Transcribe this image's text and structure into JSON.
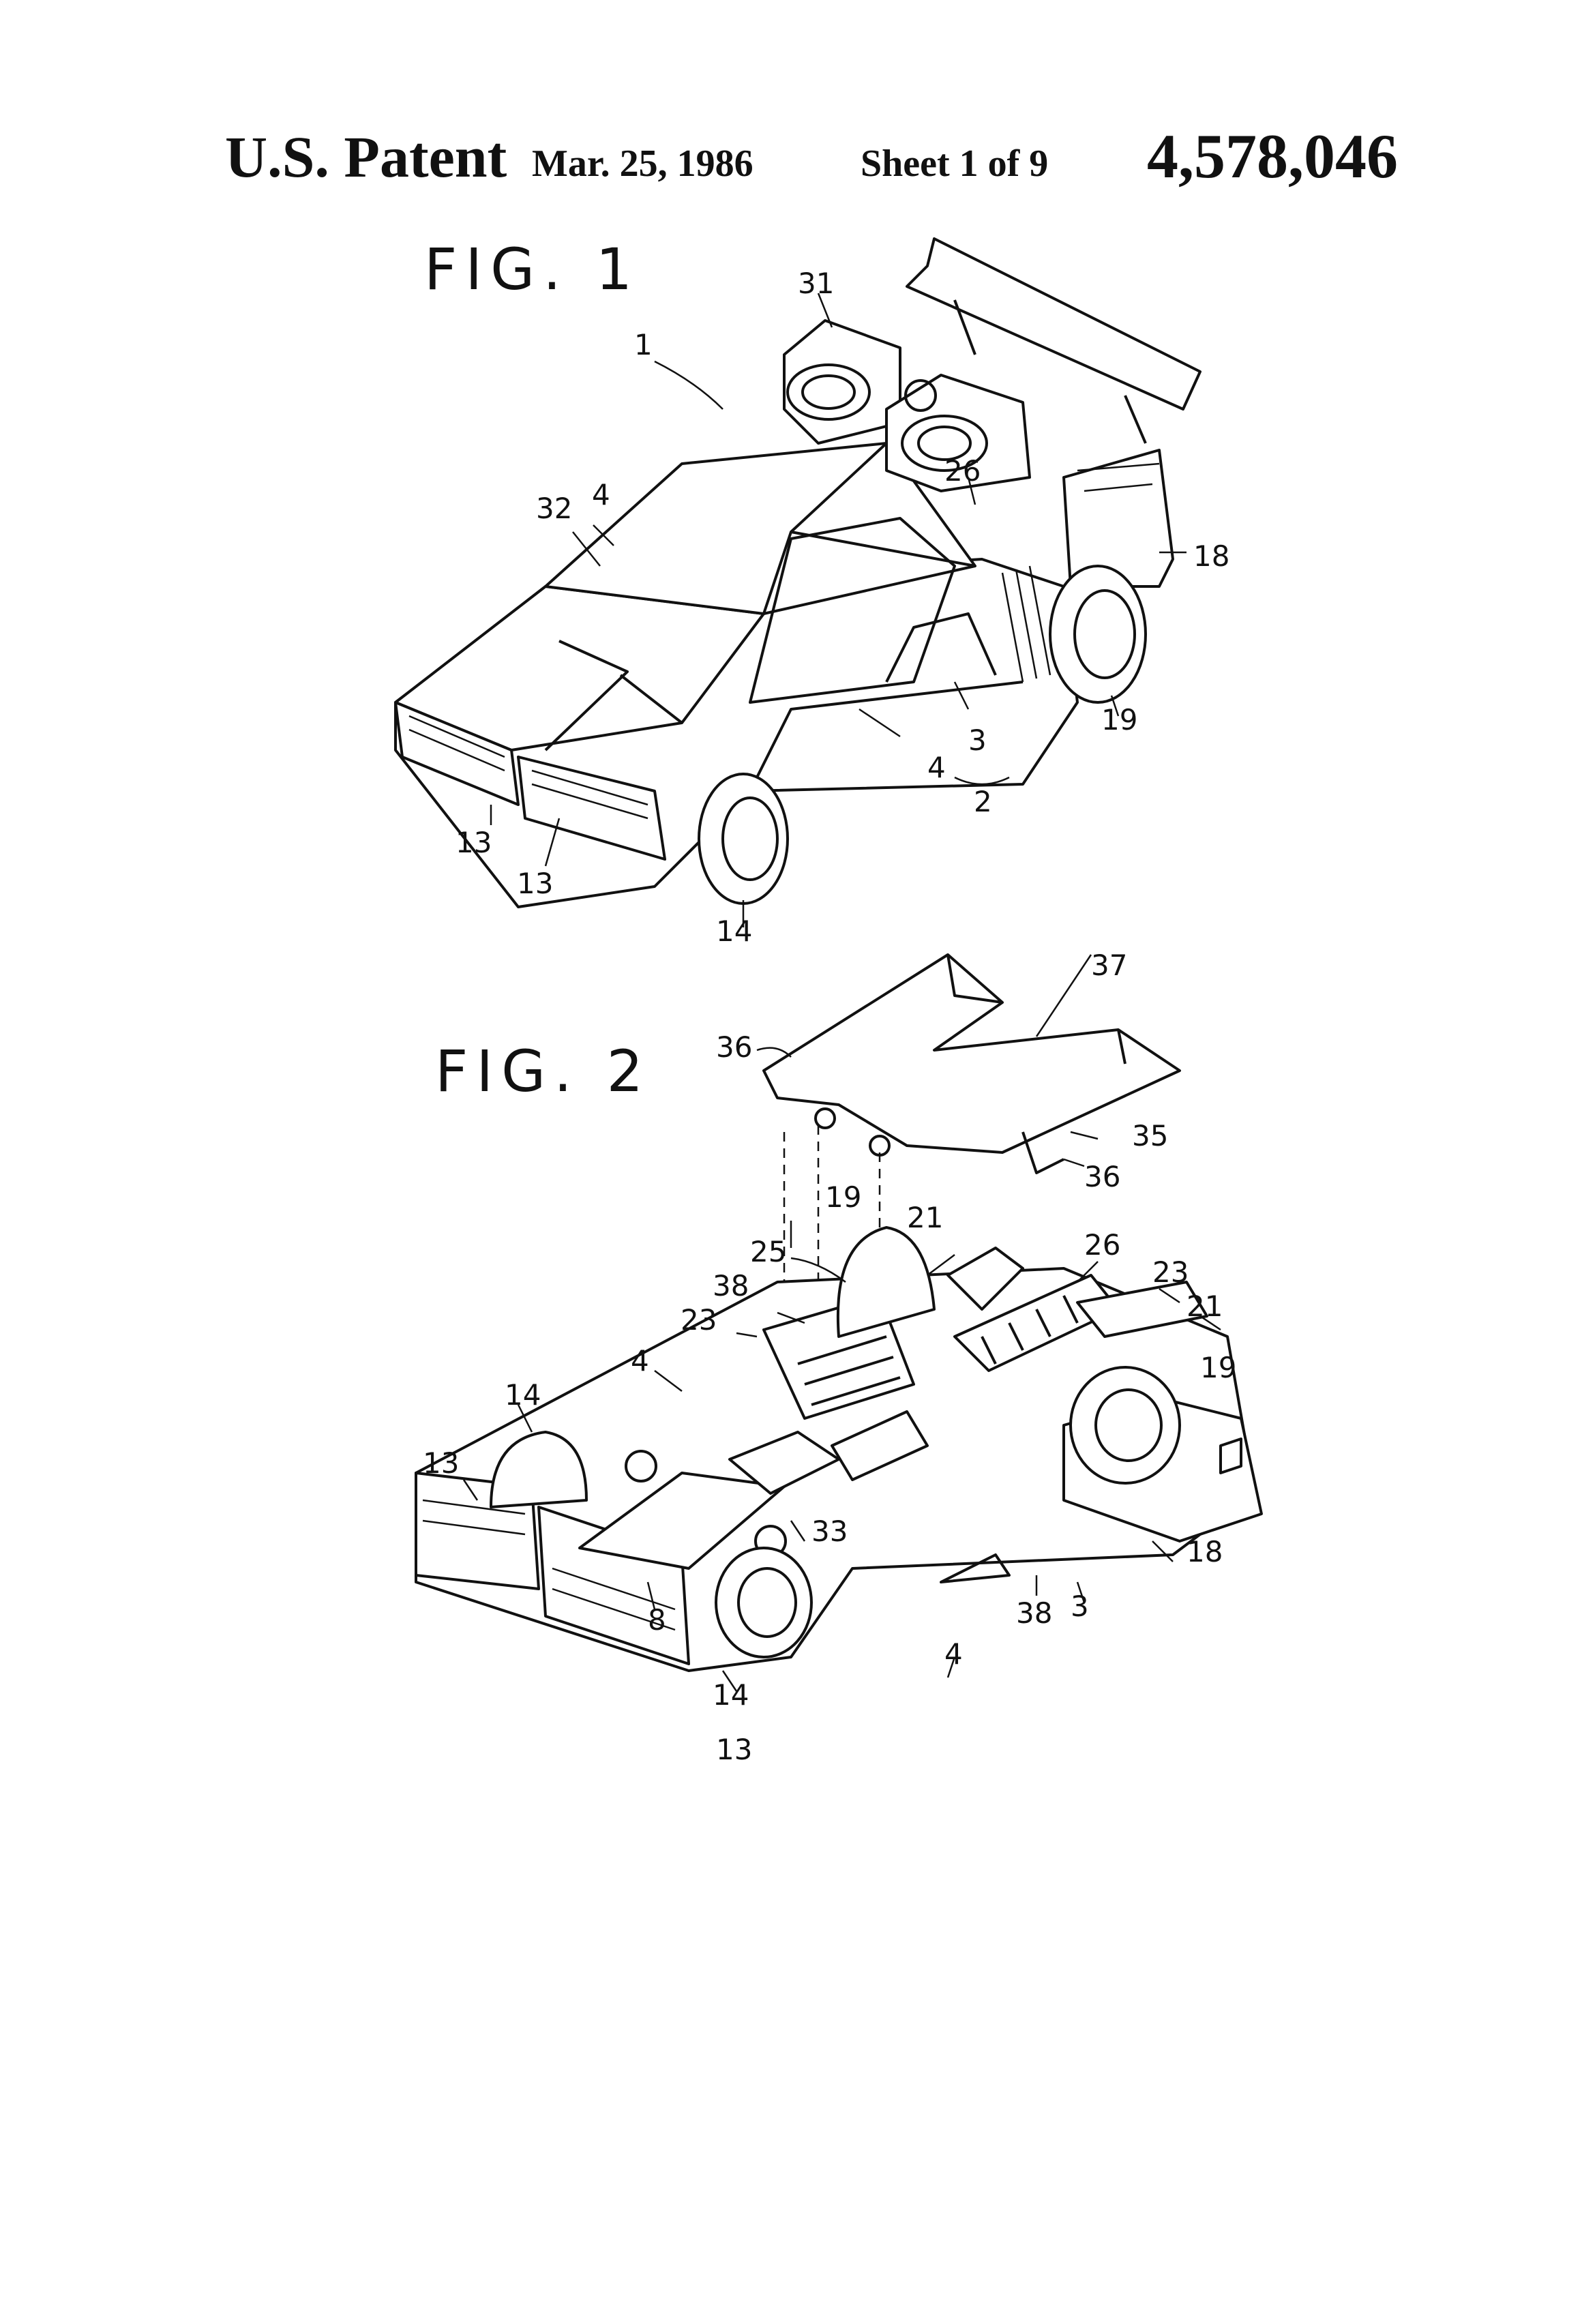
{
  "header": {
    "label": "U.S. Patent",
    "date": "Mar. 25, 1986",
    "sheet": "Sheet 1 of 9",
    "number": "4,578,046"
  },
  "figures": [
    {
      "label": "FIG. 1",
      "refs": [
        "1",
        "31",
        "26",
        "4",
        "32",
        "18",
        "3",
        "19",
        "4",
        "2",
        "13",
        "13",
        "14"
      ]
    },
    {
      "label": "FIG. 2",
      "refs": [
        "37",
        "36",
        "35",
        "36",
        "19",
        "21",
        "25",
        "26",
        "23",
        "38",
        "23",
        "21",
        "4",
        "19",
        "14",
        "13",
        "33",
        "8",
        "38",
        "3",
        "18",
        "4",
        "14",
        "13"
      ]
    }
  ]
}
